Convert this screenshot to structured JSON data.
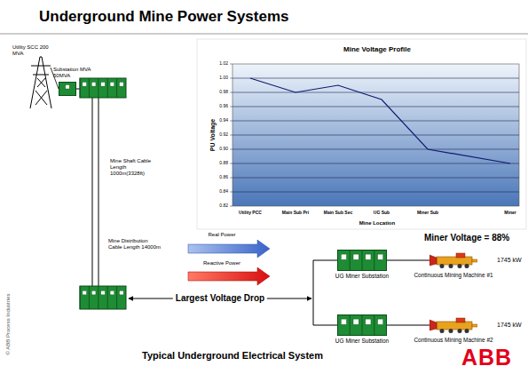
{
  "diagram": {
    "title": "Underground Mine Power Systems",
    "caption": "Typical Underground Electrical System",
    "nodes": [
      {
        "text": [
          "Substation MVA 50MVA"
        ]
      },
      {
        "text": [
          "UG Miner Substation"
        ]
      },
      {
        "text": [
          "1745 kW",
          "Continuous Mining Machine #1"
        ]
      },
      {
        "text": [
          "UG Miner Substation"
        ]
      },
      {
        "text": [
          "1745 kW",
          "Continuous Mining Machine #2"
        ]
      }
    ],
    "edges": [
      {
        "from": 1,
        "to": 2,
        "arrow": "none"
      },
      {
        "from": 3,
        "to": 4,
        "arrow": "none"
      }
    ],
    "labels": [
      "Utility SCC 200 MVA",
      "Mine Shaft Cable Length 1000m(3328ft)",
      "Mine Voltage Profile",
      "PU Voltage",
      "Mine Location",
      "1.02",
      "1.00",
      "0.98",
      "0.96",
      "0.94",
      "0.92",
      "0.90",
      "0.88",
      "0.86",
      "0.84",
      "0.82",
      "Utility PCC",
      "Main Sub Pri",
      "Main Sub Sec",
      "UG Sub",
      "Miner Sub",
      "Miner",
      "Real Power",
      "Reactive Power",
      "Mine Distribution Cable Length 14000m",
      "Miner Voltage = 88%",
      "Largest Voltage Drop",
      "© ABB Process Industries",
      "ABB"
    ]
  }
}
